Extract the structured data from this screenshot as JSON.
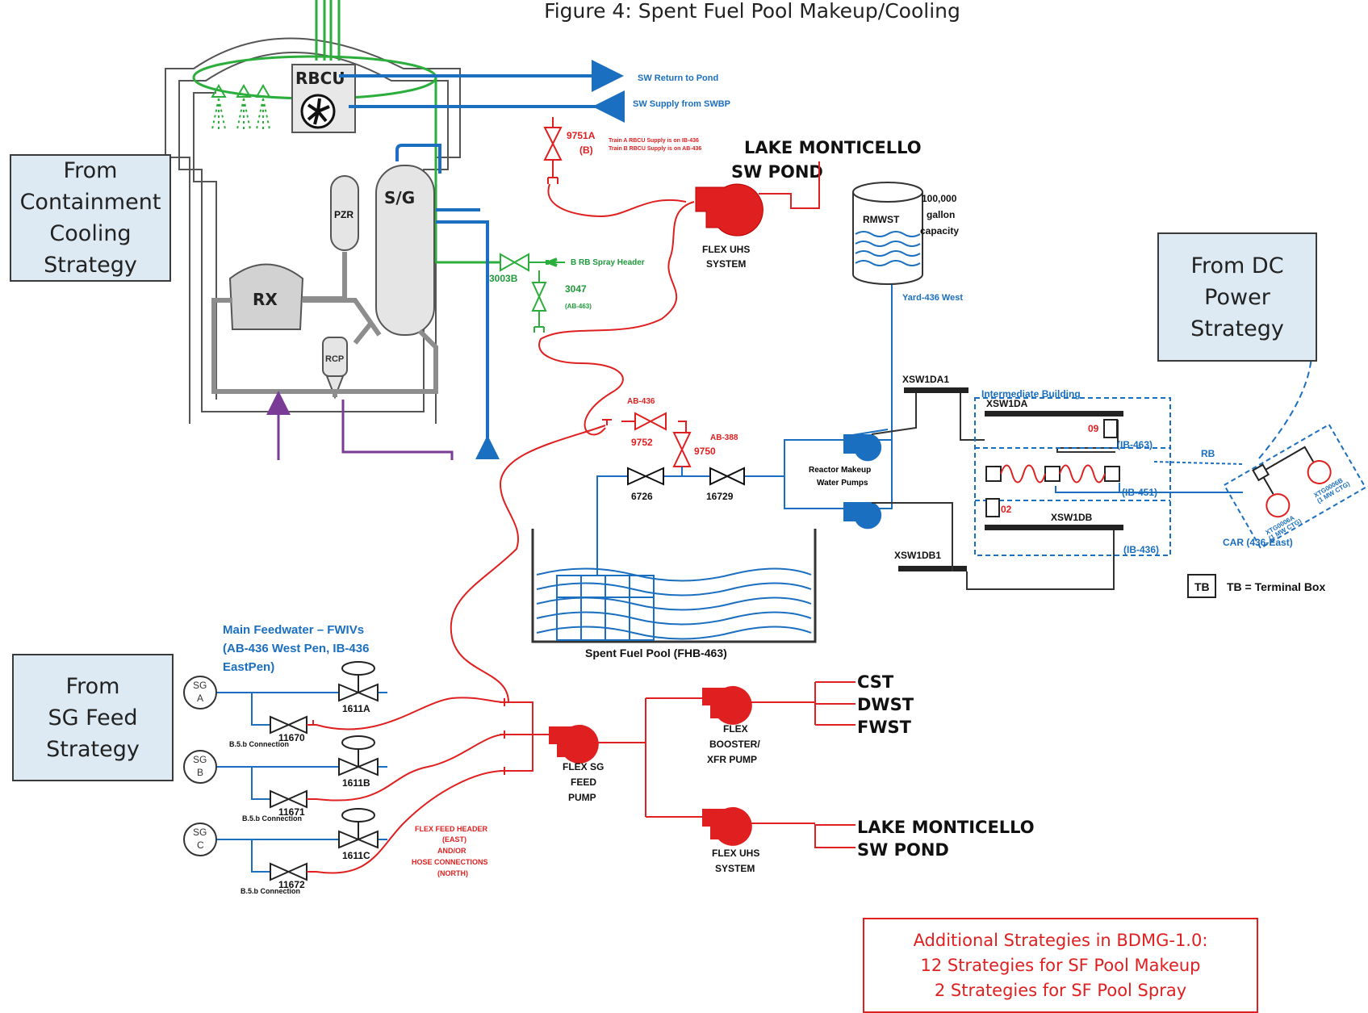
{
  "title": "Figure 4: Spent Fuel Pool Makeup/Cooling",
  "strategy_boxes": {
    "containment": [
      "From",
      "Containment",
      "Cooling",
      "Strategy"
    ],
    "dc_power": [
      "From DC",
      "Power",
      "Strategy"
    ],
    "sg_feed": [
      "From",
      "SG Feed",
      "Strategy"
    ]
  },
  "additional": [
    "Additional Strategies in BDMG-1.0:",
    "12 Strategies for SF  Pool Makeup",
    "2 Strategies for SF Pool Spray"
  ],
  "containment": {
    "rbcu": "RBCU",
    "sg": "S/G",
    "pzr": "PZR",
    "rx": "RX",
    "rcp": "RCP",
    "sw_return": "SW Return to Pond",
    "sw_supply": "SW Supply from SWBP"
  },
  "valves": {
    "v9751a": "9751A",
    "v9751a_sub": "(B)",
    "v9751a_note1": "Train A RBCU Supply is on IB-436",
    "v9751a_note2": "Train B RBCU Supply is on AB-436",
    "v3003b": "3003B",
    "v3047": "3047",
    "v3047_sub": "(AB-463)",
    "rb_spray": "B RB Spray Header",
    "ab436": "AB-436",
    "v9752": "9752",
    "ab388": "AB-388",
    "v9750": "9750",
    "v6726": "6726",
    "v16729": "16729"
  },
  "top_pond": [
    "LAKE MONTICELLO",
    "SW POND"
  ],
  "flex_uhs_top": [
    "FLEX UHS",
    "SYSTEM"
  ],
  "rmwst": {
    "label": "RMWST",
    "capacity": [
      "100,000",
      "gallon",
      "capacity"
    ],
    "location": "Yard-436 West"
  },
  "rmw_pumps": [
    "Reactor Makeup",
    "Water Pumps"
  ],
  "sfp": "Spent Fuel Pool (FHB-463)",
  "electrical": {
    "xsw1da1": "XSW1DA1",
    "xsw1da": "XSW1DA",
    "xsw1db": "XSW1DB",
    "xsw1db1": "XSW1DB1",
    "ib_label": "Intermediate Building",
    "b09": "09",
    "b02": "02",
    "ib463": "(IB-463)",
    "ib451": "(IB-451)",
    "ib436": "(IB-436)",
    "rb": "RB",
    "car": "CAR (436-East)",
    "tb": "TB",
    "tb_legend": "TB = Terminal Box",
    "gen_a": [
      "XTG0006A",
      "(1 MW CTG)"
    ],
    "gen_b": [
      "XTG0006B",
      "(1 MW CTG)"
    ]
  },
  "feedwater": {
    "header": [
      "Main Feedwater – FWIVs",
      "(AB-436 West Pen, IB-436",
      "EastPen)"
    ],
    "sg_a": [
      "SG",
      "A"
    ],
    "sg_b": [
      "SG",
      "B"
    ],
    "sg_c": [
      "SG",
      "C"
    ],
    "v1611a": "1611A",
    "v1611b": "1611B",
    "v1611c": "1611C",
    "v11670": "11670",
    "v11671": "11671",
    "v11672": "11672",
    "bsb": "B.5.b Connection",
    "flex_header": [
      "FLEX FEED HEADER",
      "(EAST)",
      "AND/OR",
      "HOSE CONNECTIONS",
      "(NORTH)"
    ]
  },
  "pumps": {
    "flex_sg": [
      "FLEX SG",
      "FEED",
      "PUMP"
    ],
    "booster": [
      "FLEX",
      "BOOSTER/",
      "XFR PUMP"
    ],
    "uhs_bottom": [
      "FLEX UHS",
      "SYSTEM"
    ]
  },
  "sources": {
    "cst": "CST",
    "dwst": "DWST",
    "fwst": "FWST",
    "pond": [
      "LAKE MONTICELLO",
      "SW POND"
    ]
  }
}
